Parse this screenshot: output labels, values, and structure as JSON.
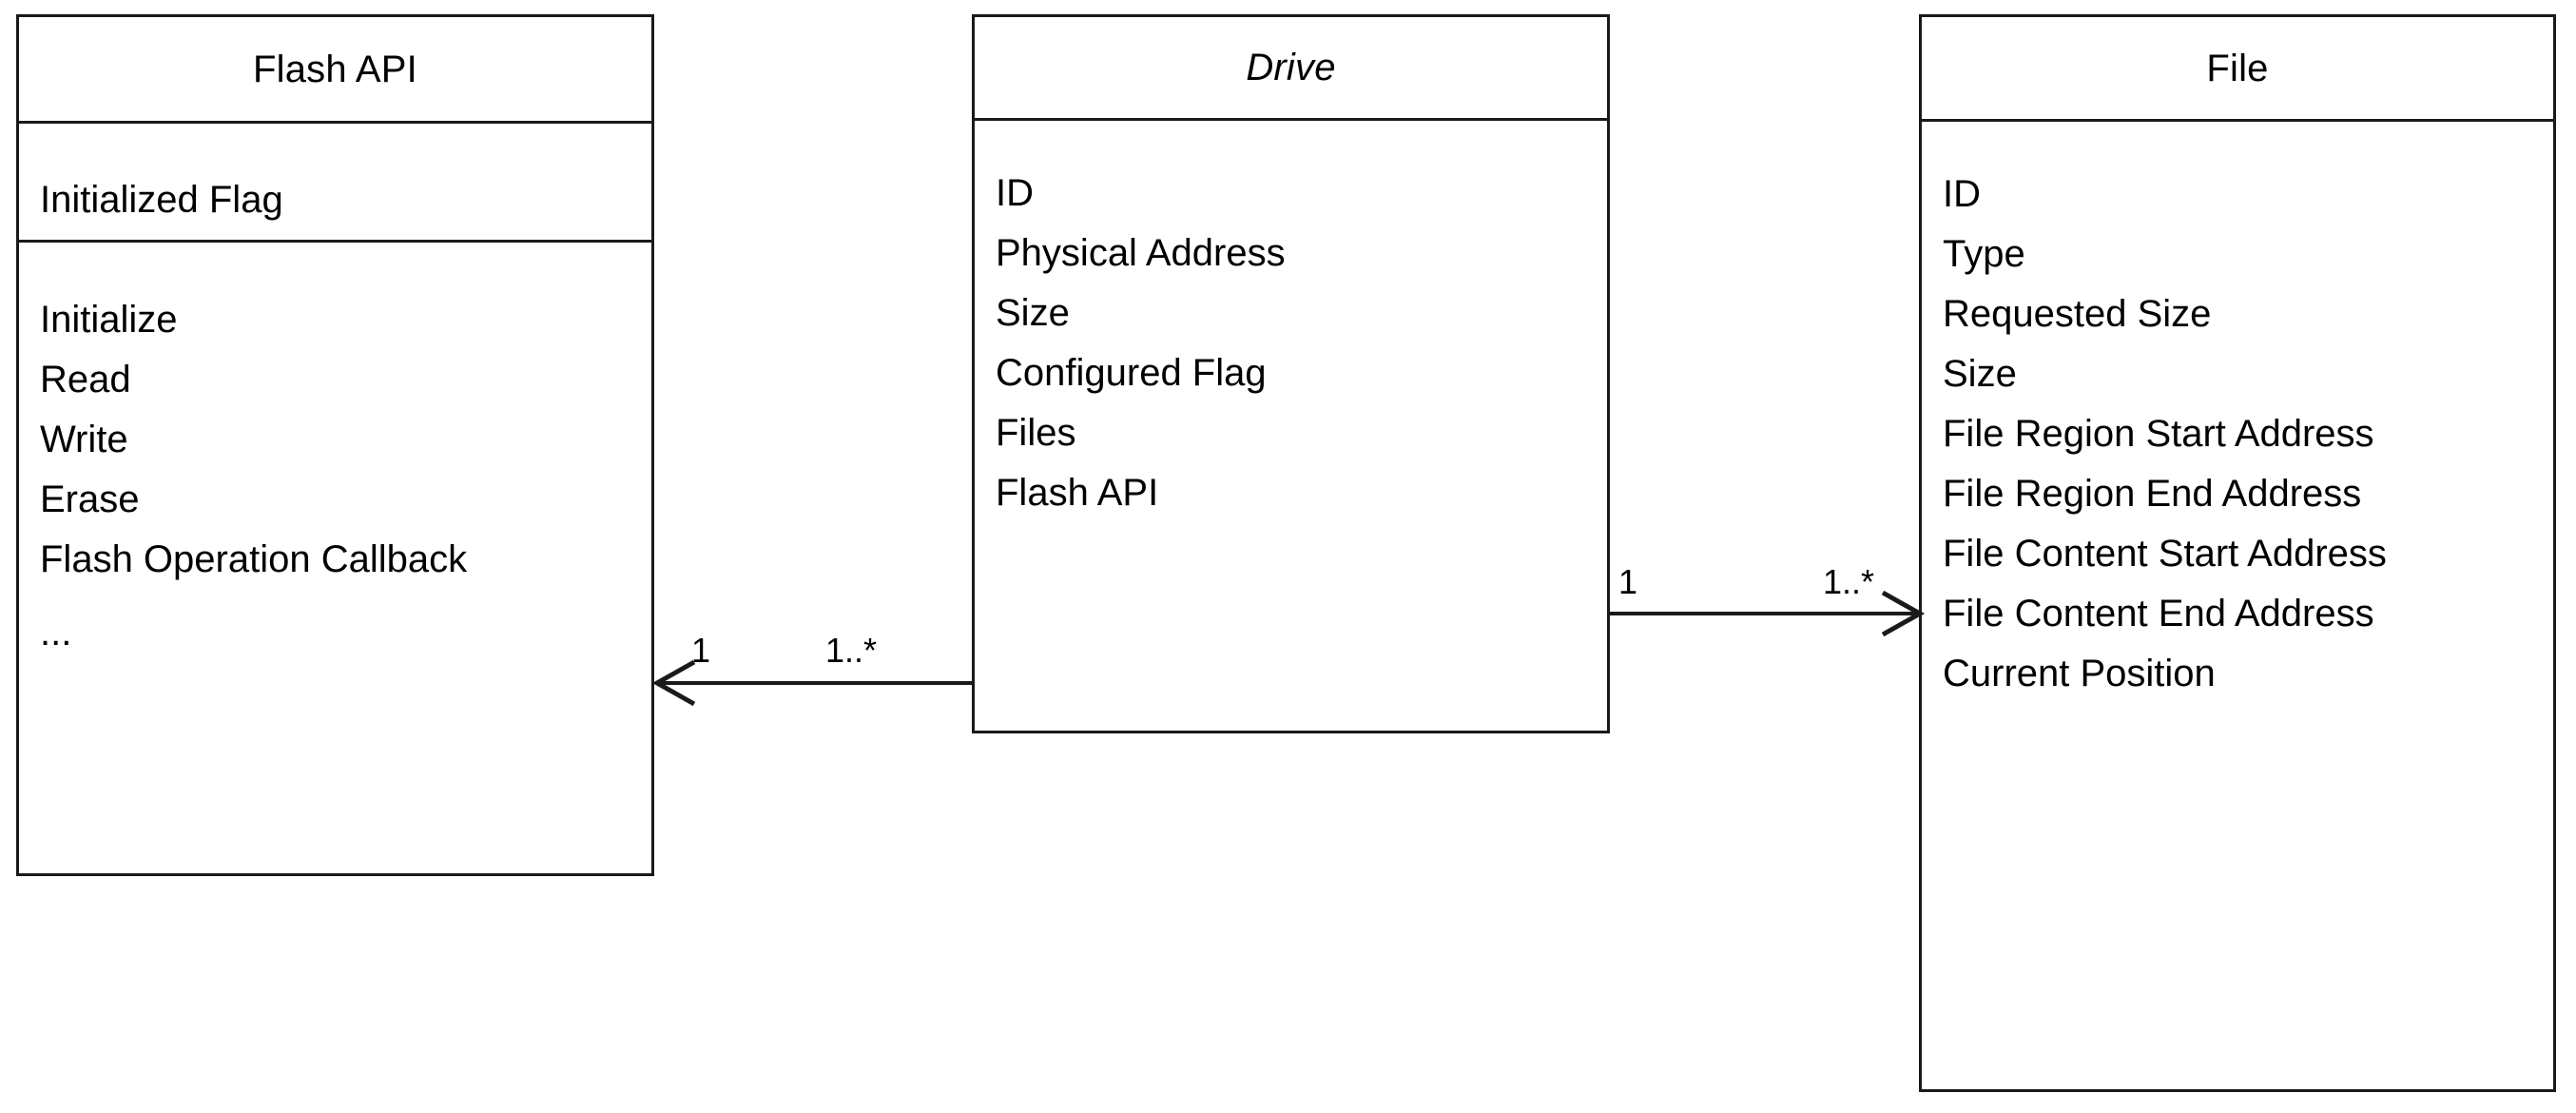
{
  "diagram": {
    "type": "uml-class-diagram",
    "background_color": "#ffffff",
    "line_color": "#1a1a1a",
    "text_color": "#000000"
  },
  "classes": [
    {
      "name": "Flash API",
      "abstract": false,
      "attributes": [
        "Initialized Flag"
      ],
      "operations": [
        "Initialize",
        "Read",
        "Write",
        "Erase",
        "Flash Operation Callback",
        "..."
      ]
    },
    {
      "name": "Drive",
      "abstract": true,
      "attributes": [
        "ID",
        "Physical Address",
        "Size",
        "Configured Flag",
        "Files",
        "Flash API"
      ],
      "operations": []
    },
    {
      "name": "File",
      "abstract": false,
      "attributes": [
        "ID",
        "Type",
        "Requested Size",
        "Size",
        "File Region Start Address",
        "File Region End Address",
        "File Content Start Address",
        "File Content End Address",
        "Current Position"
      ],
      "operations": []
    }
  ],
  "associations": [
    {
      "id": "drive-to-flash-api",
      "source": "Drive",
      "target": "Flash API",
      "direction": "left",
      "source_multiplicity": "1..*",
      "target_multiplicity": "1"
    },
    {
      "id": "drive-to-file",
      "source": "Drive",
      "target": "File",
      "direction": "right",
      "source_multiplicity": "1",
      "target_multiplicity": "1..*"
    }
  ]
}
